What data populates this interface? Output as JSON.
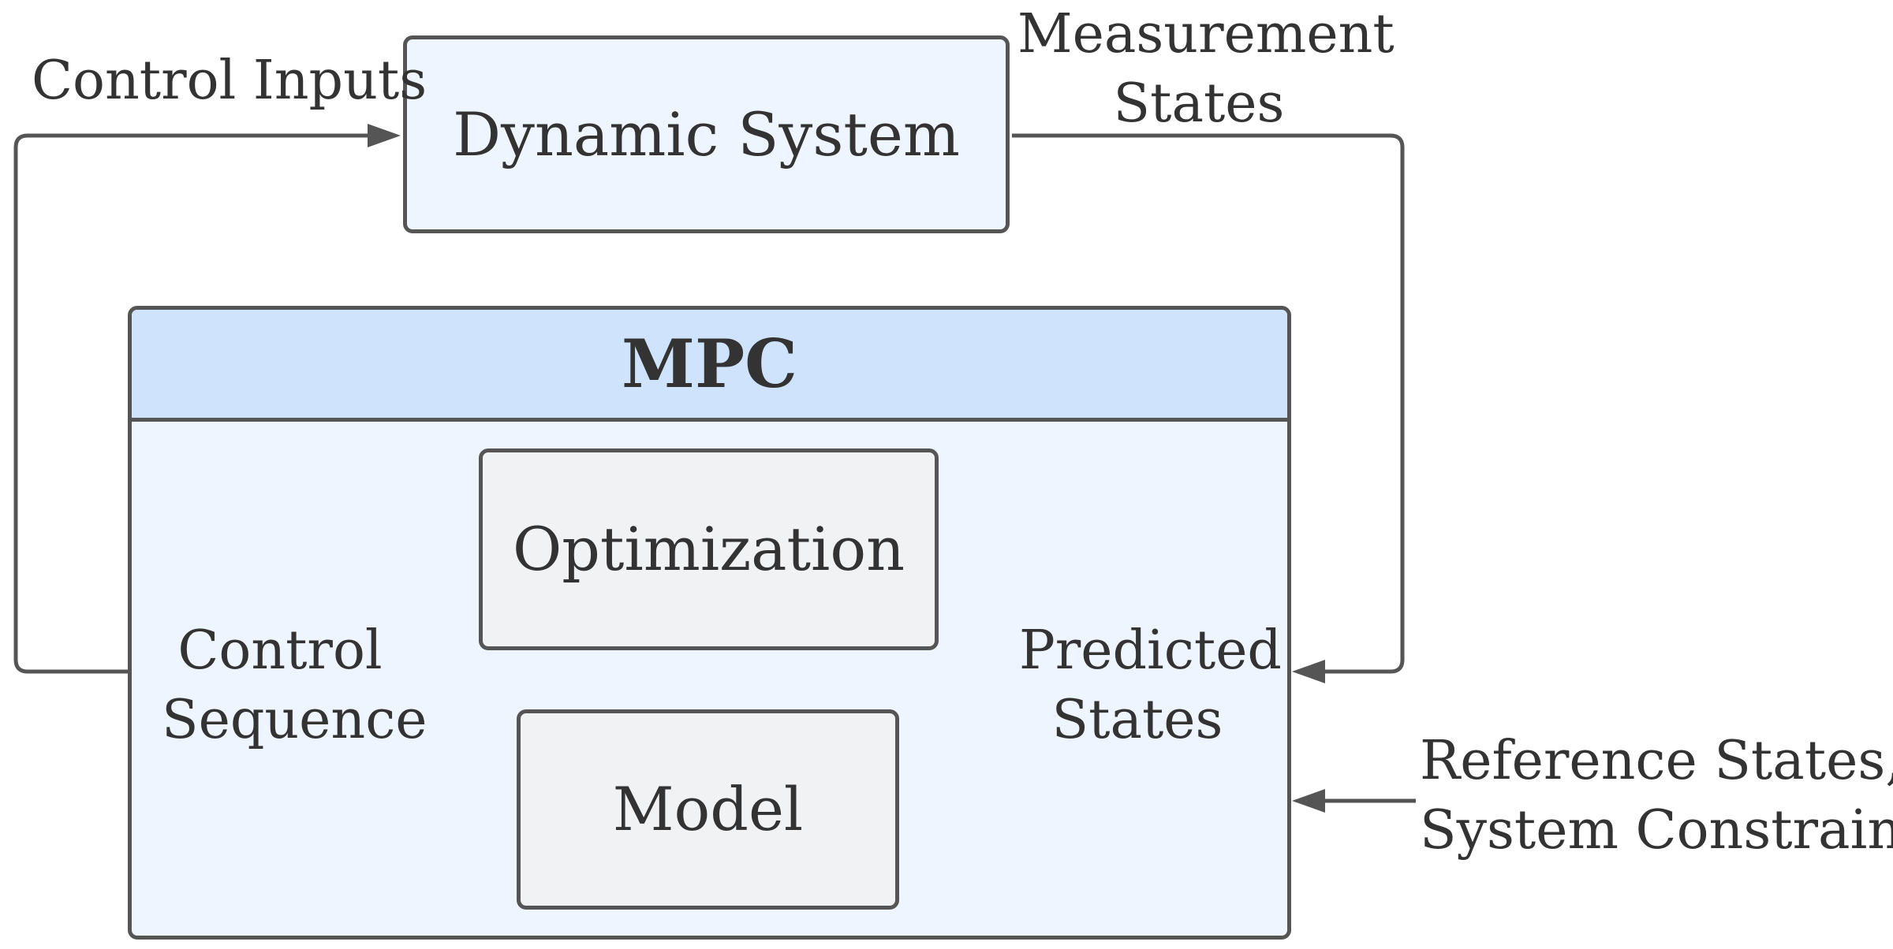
{
  "blocks": {
    "dynamic_system": "Dynamic System",
    "mpc": "MPC",
    "optimization": "Optimization",
    "model": "Model"
  },
  "signals": {
    "control_inputs": "Control Inputs",
    "measurement_states": [
      "Measurement",
      "States"
    ],
    "control_sequence": [
      "Control",
      "Sequence"
    ],
    "predicted_states": [
      "Predicted",
      "States"
    ],
    "reference_constraints": [
      "Reference States,",
      "System Constraints"
    ]
  },
  "colors": {
    "stroke": "#555555",
    "text": "#333333",
    "box_fill": "#eef5ff",
    "header_fill": "#cfe3fd",
    "inner_fill": "#f1f2f4"
  }
}
